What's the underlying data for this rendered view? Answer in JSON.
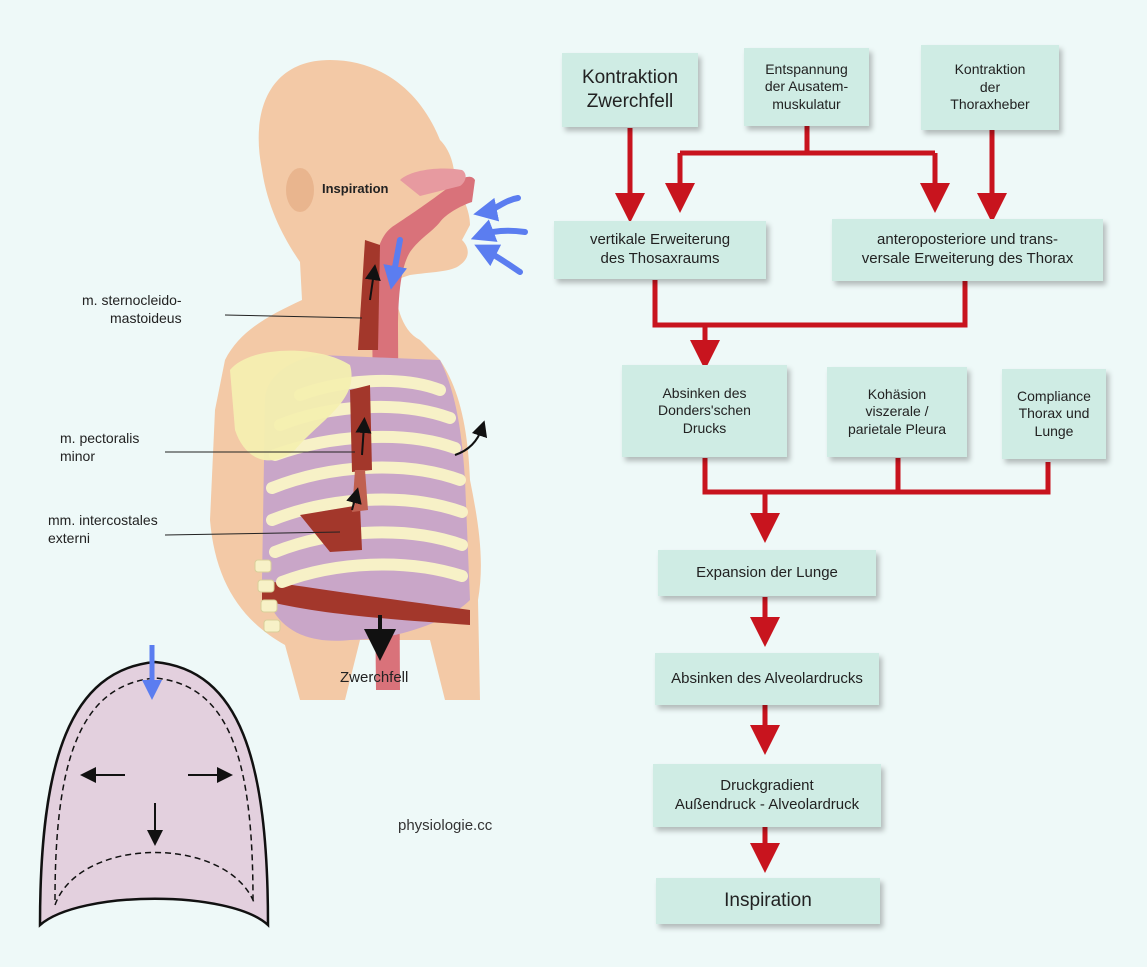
{
  "colors": {
    "background": "#eef9f8",
    "box": "#cfece4",
    "flow_arrow": "#c8141e",
    "air_arrow": "#5b7df0",
    "muscle": "#a3372b",
    "skin": "#f3c9a6",
    "rib": "#f7f1c7",
    "lung": "#c9a6c8"
  },
  "illustration": {
    "inspiration_label": "Inspiration",
    "labels": {
      "sternocleido": "m. sternocleido-\nmastoideus",
      "pectoralis": "m. pectoralis\nminor",
      "intercostales": "mm. intercostales\nexterni",
      "zwerchfell": "Zwerchfell"
    },
    "credit": "physiologie.cc",
    "icons": [
      "air-flow-arrow-icon",
      "movement-arrow-icon",
      "diaphragm-outline-icon"
    ]
  },
  "flowchart": {
    "kontraktion_zwerchfell": "Kontraktion\nZwerchfell",
    "entspannung": "Entspannung\nder Ausatem-\nmuskulatur",
    "kontraktion_thoraxheber": "Kontraktion\nder\nThoraxheber",
    "vertikale": "vertikale Erweiterung\ndes Thosaxraums",
    "anteroposteriore": "anteroposteriore und trans-\nversale Erweiterung des Thorax",
    "absinken_donders": "Absinken des\nDonders'schen\nDrucks",
    "kohaesion": "Kohäsion\nviszerale /\nparietale Pleura",
    "compliance": "Compliance\nThorax und\nLunge",
    "expansion": "Expansion der Lunge",
    "absinken_alveolar": "Absinken des Alveolardrucks",
    "druckgradient": "Druckgradient\nAußendruck - Alveolardruck",
    "inspiration": "Inspiration"
  }
}
